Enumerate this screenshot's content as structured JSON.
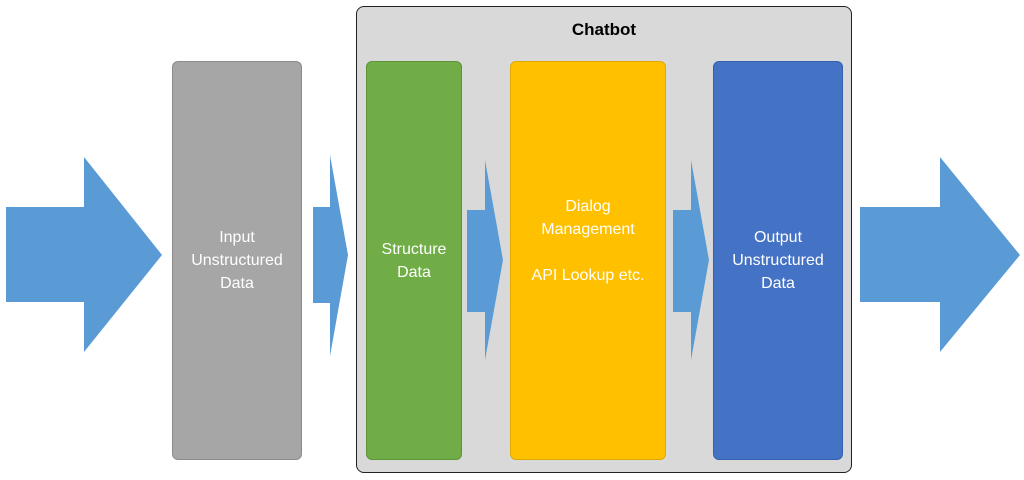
{
  "diagram": {
    "chatbot": {
      "title": "Chatbot"
    },
    "input_box": {
      "line1": "Input",
      "line2": "Unstructured",
      "line3": "Data"
    },
    "structure_box": {
      "line1": "Structure",
      "line2": "Data"
    },
    "dialog_box": {
      "line1": "Dialog",
      "line2": "Management",
      "line3": "API Lookup etc."
    },
    "output_box": {
      "line1": "Output",
      "line2": "Unstructured",
      "line3": "Data"
    }
  },
  "colors": {
    "arrow_fill": "#5b9bd5",
    "input_box": "#a6a6a6",
    "structure_box": "#70ad47",
    "dialog_box": "#ffc000",
    "output_box": "#4472c4",
    "chatbot_panel": "#d9d9d9"
  }
}
